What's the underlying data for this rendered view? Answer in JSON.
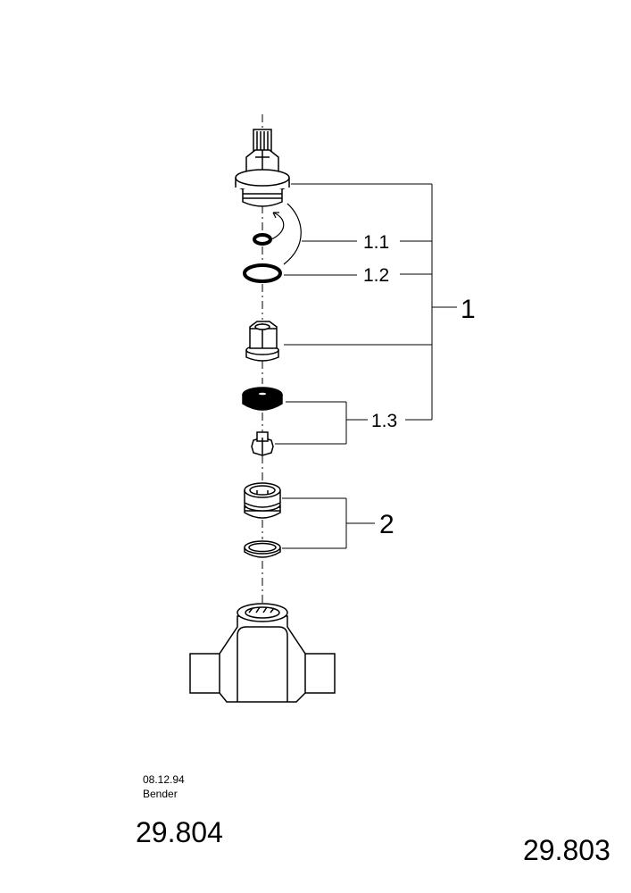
{
  "callouts": {
    "c1_1": "1.1",
    "c1_2": "1.2",
    "c1": "1",
    "c1_3": "1.3",
    "c2": "2"
  },
  "footer": {
    "date": "08.12.94",
    "author": "Bender",
    "code_left": "29.804",
    "code_right": "29.803"
  },
  "colors": {
    "ink": "#000000",
    "fill": "#ffffff"
  }
}
